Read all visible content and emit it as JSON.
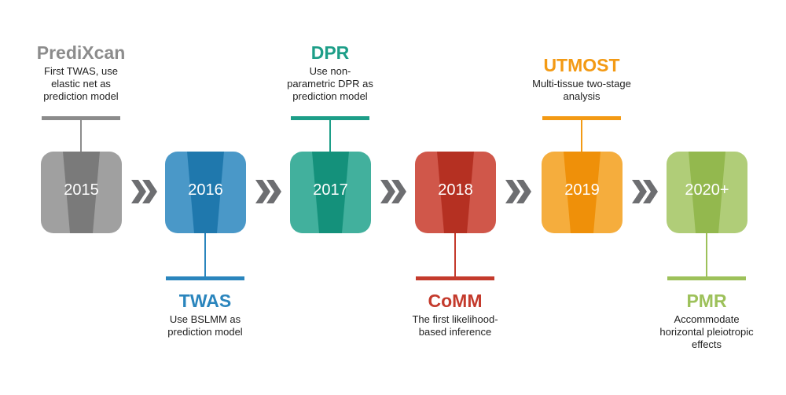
{
  "milestones": [
    {
      "year": "2015",
      "method": "PrediXcan",
      "desc": "First TWAS, use elastic net as prediction model",
      "position": "top",
      "color": "#8c8c8c",
      "dark": "#7a7a7a",
      "light": "#a0a0a0"
    },
    {
      "year": "2016",
      "method": "TWAS",
      "desc": "Use BSLMM as prediction model",
      "position": "bottom",
      "color": "#2a85bd",
      "dark": "#1f78ad",
      "light": "#4a98c8"
    },
    {
      "year": "2017",
      "method": "DPR",
      "desc": "Use non-parametric DPR as prediction model",
      "position": "top",
      "color": "#1d9e88",
      "dark": "#14917b",
      "light": "#42b09d"
    },
    {
      "year": "2018",
      "method": "CoMM",
      "desc": "The first likelihood-based inference",
      "position": "bottom",
      "color": "#c43a2c",
      "dark": "#b53022",
      "light": "#d0574a"
    },
    {
      "year": "2019",
      "method": "UTMOST",
      "desc": "Multi-tissue two-stage analysis",
      "position": "top",
      "color": "#f39a14",
      "dark": "#ef9009",
      "light": "#f5ad3d"
    },
    {
      "year": "2020+",
      "method": "PMR",
      "desc": "Accommodate horizontal pleiotropic effects",
      "position": "bottom",
      "color": "#9dc15a",
      "dark": "#93b84e",
      "light": "#b0cd78"
    }
  ],
  "arrow_color": "#6d6e71"
}
